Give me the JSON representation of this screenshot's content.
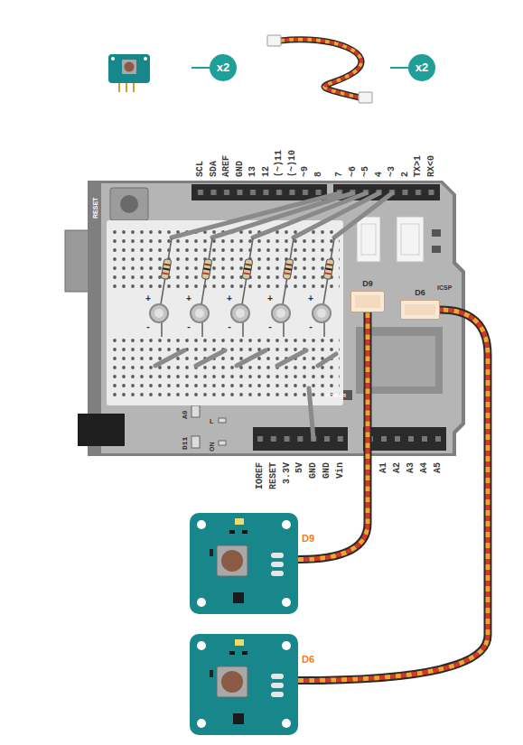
{
  "diagram": {
    "nodes": [
      {
        "text": [
          "x2"
        ]
      },
      {
        "text": [
          "x2"
        ]
      },
      {
        "text": [
          "D9"
        ]
      },
      {
        "text": [
          "D6"
        ]
      },
      {
        "text": [
          "D9"
        ]
      },
      {
        "text": [
          "D6"
        ]
      }
    ],
    "edges": [
      {
        "from": 4,
        "to": 2,
        "arrow": "none"
      },
      {
        "from": 5,
        "to": 3,
        "arrow": "none"
      }
    ],
    "labels": [
      "SCL",
      "SDA",
      "AREF",
      "GND",
      "13",
      "12",
      "(~)11",
      "(~)10",
      "~9",
      "8",
      "7",
      "~6",
      "~5",
      "4",
      "~3",
      "2",
      "TX>1",
      "RX<0",
      "IOREF",
      "RESET",
      "3.3V",
      "5V",
      "GND",
      "GND",
      "Vin",
      "A1",
      "A2",
      "A3",
      "A4",
      "A5",
      "RESET",
      "A0",
      "D11",
      "L",
      "ON",
      "POWER",
      "ICSP",
      "+",
      "-",
      "+",
      "-",
      "+",
      "-",
      "+",
      "-",
      "+",
      "-"
    ]
  }
}
